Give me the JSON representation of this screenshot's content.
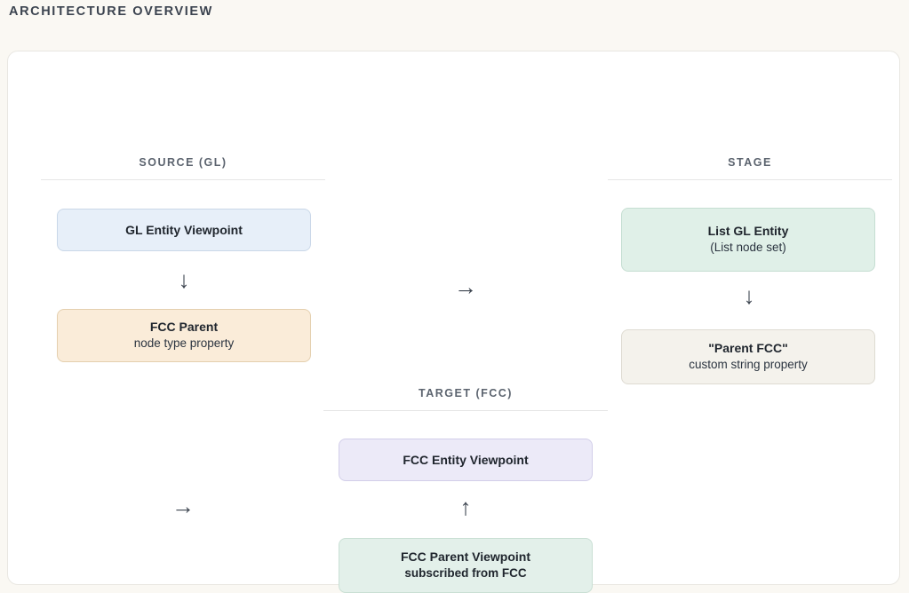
{
  "page": {
    "title": "ARCHITECTURE OVERVIEW"
  },
  "columns": {
    "source": {
      "label": "SOURCE (GL)"
    },
    "stage": {
      "label": "STAGE"
    },
    "target": {
      "label": "TARGET (FCC)"
    }
  },
  "nodes": {
    "gl_entity_viewpoint": {
      "line1": "GL Entity Viewpoint",
      "line2": ""
    },
    "fcc_parent": {
      "line1": "FCC Parent",
      "line2": "node type property"
    },
    "list_gl_entity": {
      "line1": "List GL Entity",
      "line2": "(List node set)"
    },
    "parent_fcc": {
      "line1": "\"Parent FCC\"",
      "line2": "custom string property"
    },
    "fcc_entity_viewpoint": {
      "line1": "FCC Entity Viewpoint",
      "line2": ""
    },
    "fcc_parent_viewpoint": {
      "line1": "FCC Parent Viewpoint",
      "line2": "subscribed from FCC"
    }
  },
  "arrows": {
    "gl_down": {
      "glyph": "↓"
    },
    "stage_down": {
      "glyph": "↓"
    },
    "source_right": {
      "glyph": "→"
    },
    "target_right": {
      "glyph": "→"
    },
    "fcc_up": {
      "glyph": "↑"
    }
  },
  "colors": {
    "page_background": "#faf8f3",
    "card_background": "#ffffff",
    "card_border": "#e9e7e2",
    "header_text": "#5c646f",
    "rule": "#e6e6e6",
    "node_source_entity_fill": "#e7eff9",
    "node_source_entity_border": "#c9d7e8",
    "node_source_property_fill": "#faecd9",
    "node_source_property_border": "#e4cfae",
    "node_stage_entity_fill": "#e0f0e8",
    "node_stage_entity_border": "#c5ded2",
    "node_stage_property_fill": "#f4f2ec",
    "node_stage_property_border": "#dedbd2",
    "node_target_entity_fill": "#eceaf8",
    "node_target_entity_border": "#d2cee9",
    "node_target_parent_fill": "#e3f0ea",
    "node_target_parent_border": "#c9dfd4",
    "arrow": "#3e4651"
  }
}
